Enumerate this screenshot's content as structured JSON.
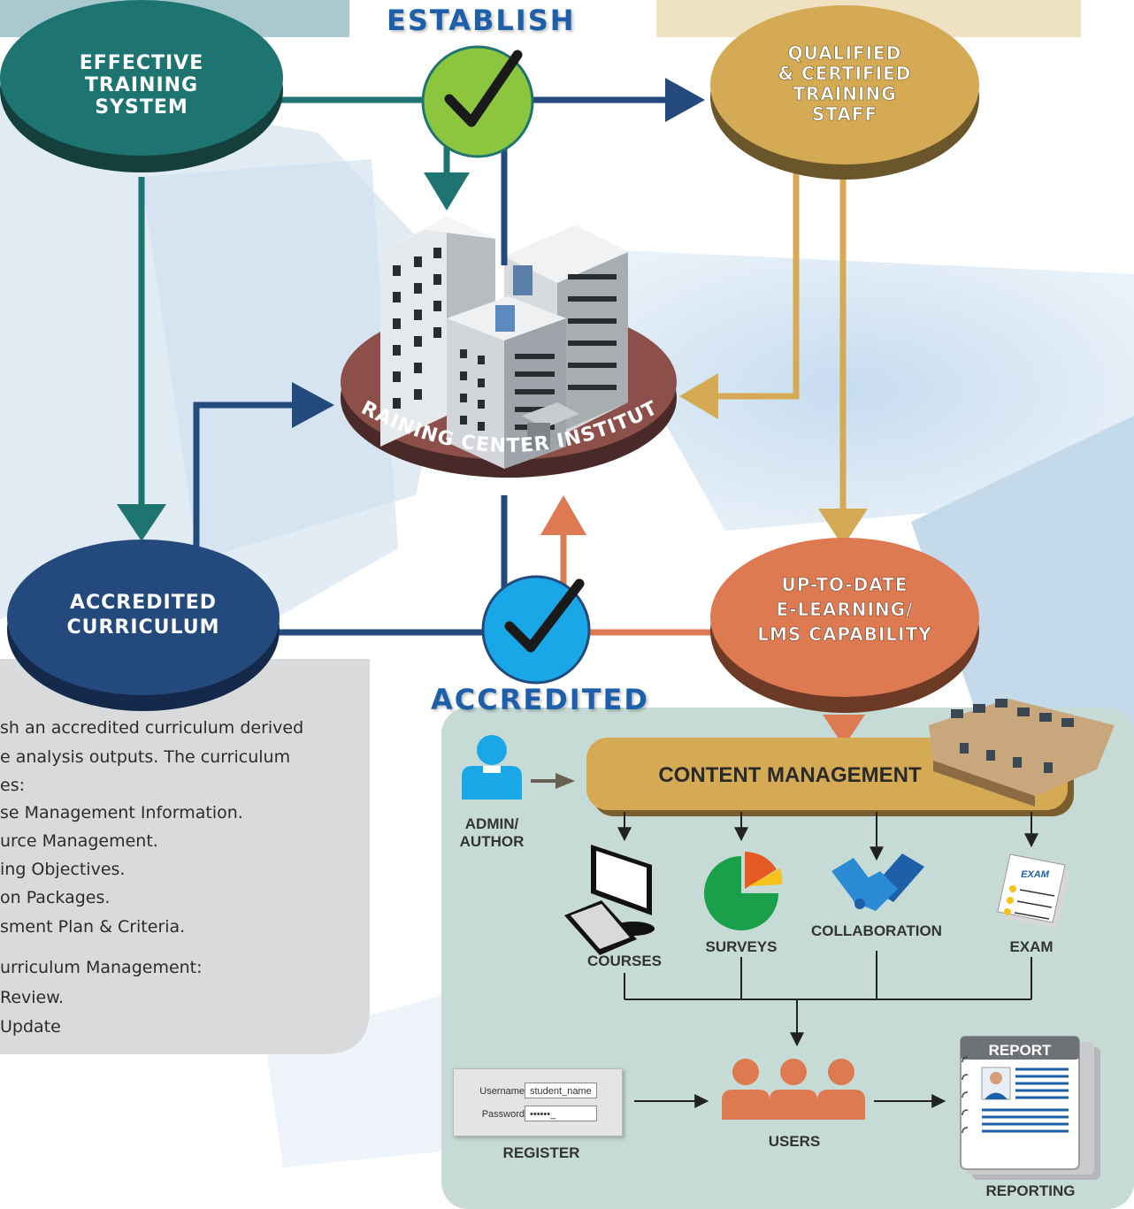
{
  "headings": {
    "establish": "ESTABLISH",
    "accredited": "ACCREDITED"
  },
  "nodes": {
    "effective_training_system": [
      "EFFECTIVE",
      "TRAINING",
      "SYSTEM"
    ],
    "qualified_staff": [
      "QUALIFIED",
      "& CERTIFIED",
      "TRAINING",
      "STAFF"
    ],
    "accredited_curriculum": [
      "ACCREDITED",
      "CURRICULUM"
    ],
    "elearning": [
      "UP-TO-DATE",
      "E-LEARNING/",
      "LMS CAPABILITY"
    ],
    "training_center": "TRAINING CENTER INSTITUTE"
  },
  "description": {
    "lines": [
      "sh an accredited curriculum derived",
      "e analysis outputs. The curriculum",
      "es:",
      "se Management Information.",
      "urce Management.",
      "ing Objectives.",
      "on Packages.",
      "sment Plan & Criteria.",
      "urriculum Management:",
      " Review.",
      " Update"
    ]
  },
  "lms": {
    "admin_label": [
      "ADMIN/",
      "AUTHOR"
    ],
    "content_management": "CONTENT MANAGEMENT",
    "courses": "COURSES",
    "surveys": "SURVEYS",
    "collaboration": "COLLABORATION",
    "exam": "EXAM",
    "exam_sheet_title": "EXAM",
    "register": "REGISTER",
    "users": "USERS",
    "report_title": "REPORT",
    "reporting": "REPORTING",
    "username_label": "Username",
    "username_value": "student_name",
    "password_label": "Password",
    "password_value": "••••••_"
  },
  "colors": {
    "teal": "#1e7470",
    "navy": "#244a7d",
    "gold": "#d5aa55",
    "orange": "#dd7a52",
    "green_check": "#8cc63f",
    "blue_check": "#19a7e8",
    "heading_blue": "#1d5fa8",
    "building_base": "#8c4f49",
    "panel_bg": "#c8dcd6"
  }
}
